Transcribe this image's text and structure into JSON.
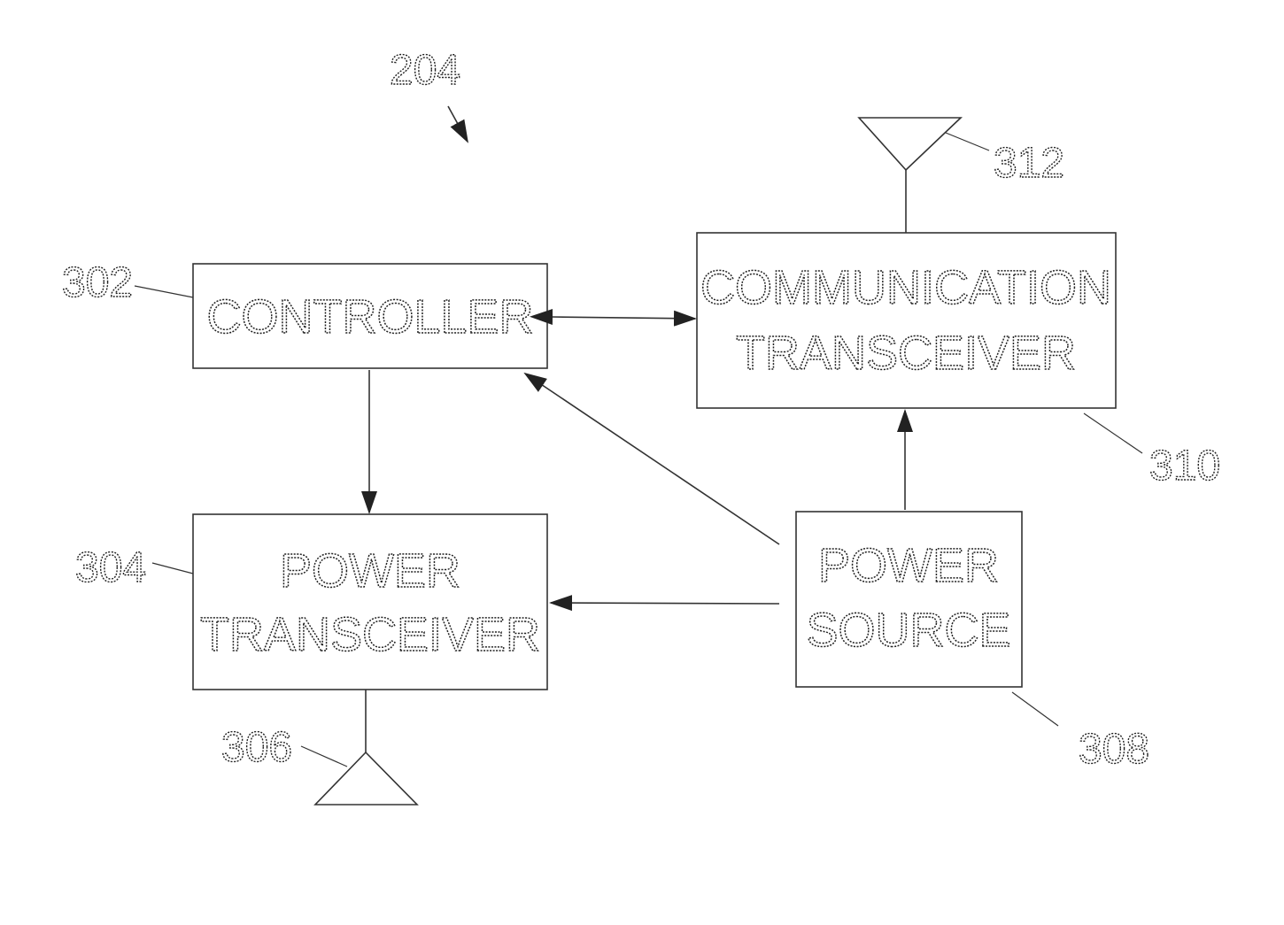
{
  "figure_ref": "204",
  "blocks": {
    "controller": {
      "ref": "302",
      "lines": [
        "CONTROLLER"
      ]
    },
    "power_transceiver": {
      "ref": "304",
      "lines": [
        "POWER",
        "TRANSCEIVER"
      ]
    },
    "power_source": {
      "ref": "308",
      "lines": [
        "POWER",
        "SOURCE"
      ]
    },
    "communication_transceiver": {
      "ref": "310",
      "lines": [
        "COMMUNICATION",
        "TRANSCEIVER"
      ]
    }
  },
  "antennas": {
    "power_antenna": {
      "ref": "306"
    },
    "communication_antenna": {
      "ref": "312"
    }
  },
  "connections": [
    {
      "from": "controller",
      "to": "communication_transceiver",
      "direction": "bidirectional"
    },
    {
      "from": "controller",
      "to": "power_transceiver",
      "direction": "one-way"
    },
    {
      "from": "power_source",
      "to": "controller",
      "direction": "one-way"
    },
    {
      "from": "power_source",
      "to": "power_transceiver",
      "direction": "one-way"
    },
    {
      "from": "power_source",
      "to": "communication_transceiver",
      "direction": "one-way"
    }
  ]
}
